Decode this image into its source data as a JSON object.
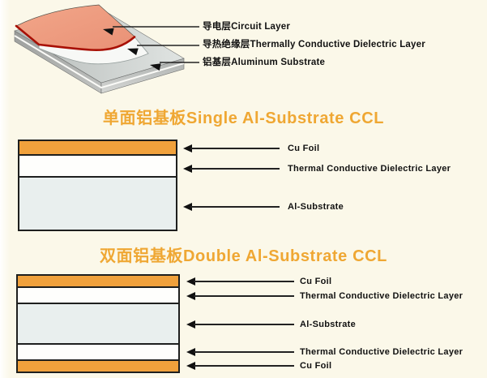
{
  "colors": {
    "bg": "#FBF8E9",
    "title": "#EFA733",
    "cu": "#F0A13C",
    "dielectric": "#FEFEFC",
    "al": "#E9EFEE",
    "border": "#1E1F1E",
    "salmon": "#EE9C80",
    "red_edge": "#A81005",
    "aluminum_gray": "#C6CBC9"
  },
  "hero": {
    "labels": [
      {
        "text": "导电层Circuit Layer"
      },
      {
        "text": "导热绝缘层Thermally Conductive Dielectric Layer"
      },
      {
        "text": "铝基层Aluminum Substrate"
      }
    ]
  },
  "single": {
    "title": "单面铝基板Single Al-Substrate CCL",
    "labels": [
      "Cu Foil",
      "Thermal Conductive Dielectric Layer",
      "Al-Substrate"
    ]
  },
  "double": {
    "title": "双面铝基板Double Al-Substrate CCL",
    "labels": [
      "Cu Foil",
      "Thermal Conductive Dielectric Layer",
      "Al-Substrate",
      "Thermal Conductive Dielectric Layer",
      "Cu Foil"
    ]
  }
}
